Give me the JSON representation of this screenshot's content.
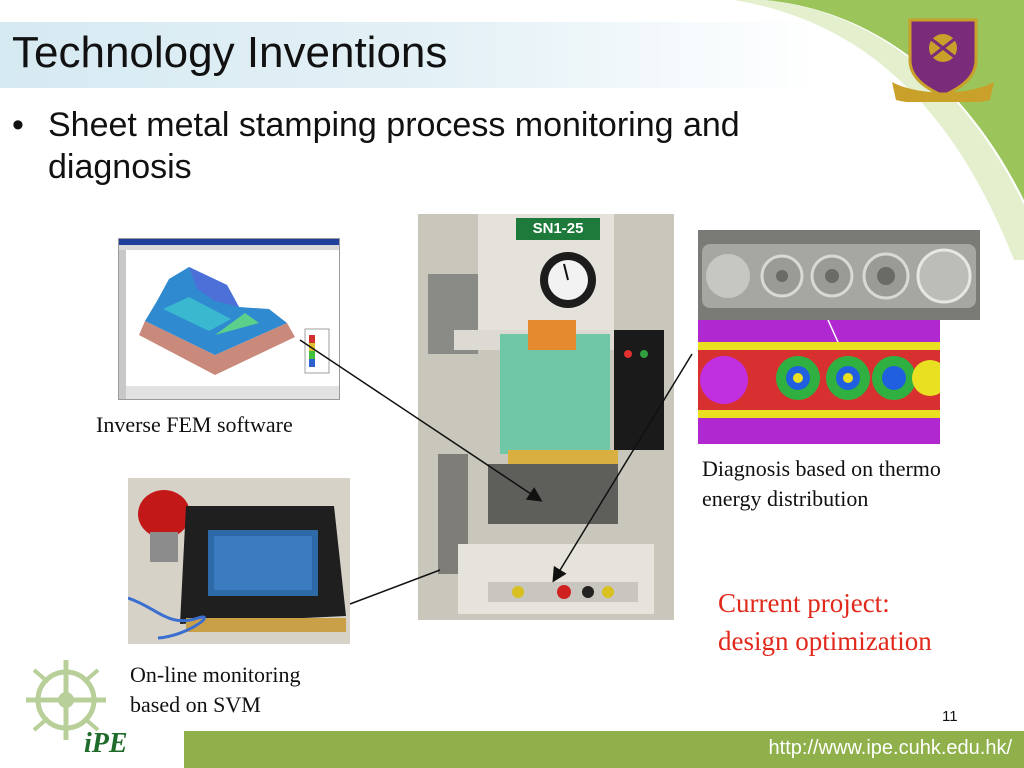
{
  "slide": {
    "title": "Technology Inventions",
    "bullet": "Sheet metal stamping process monitoring and diagnosis",
    "bullet_marker": "•",
    "page_number": "11",
    "url": "http://www.ipe.cuhk.edu.hk/"
  },
  "images": {
    "fem_software": {
      "caption": "Inverse FEM software"
    },
    "svm_monitor": {
      "caption_line1": "On-line monitoring",
      "caption_line2": "based on SVM"
    },
    "thermo": {
      "caption_line1": "Diagnosis based on thermo",
      "caption_line2": "energy distribution"
    },
    "press": {
      "plate_label": "SN1-25"
    }
  },
  "project": {
    "line1": "Current project:",
    "line2": "design optimization"
  },
  "logo": {
    "text": "iPE"
  },
  "colors": {
    "accent_green": "#8fb04a",
    "title_band": "#d6eaf2",
    "project_red": "#e0291a"
  }
}
